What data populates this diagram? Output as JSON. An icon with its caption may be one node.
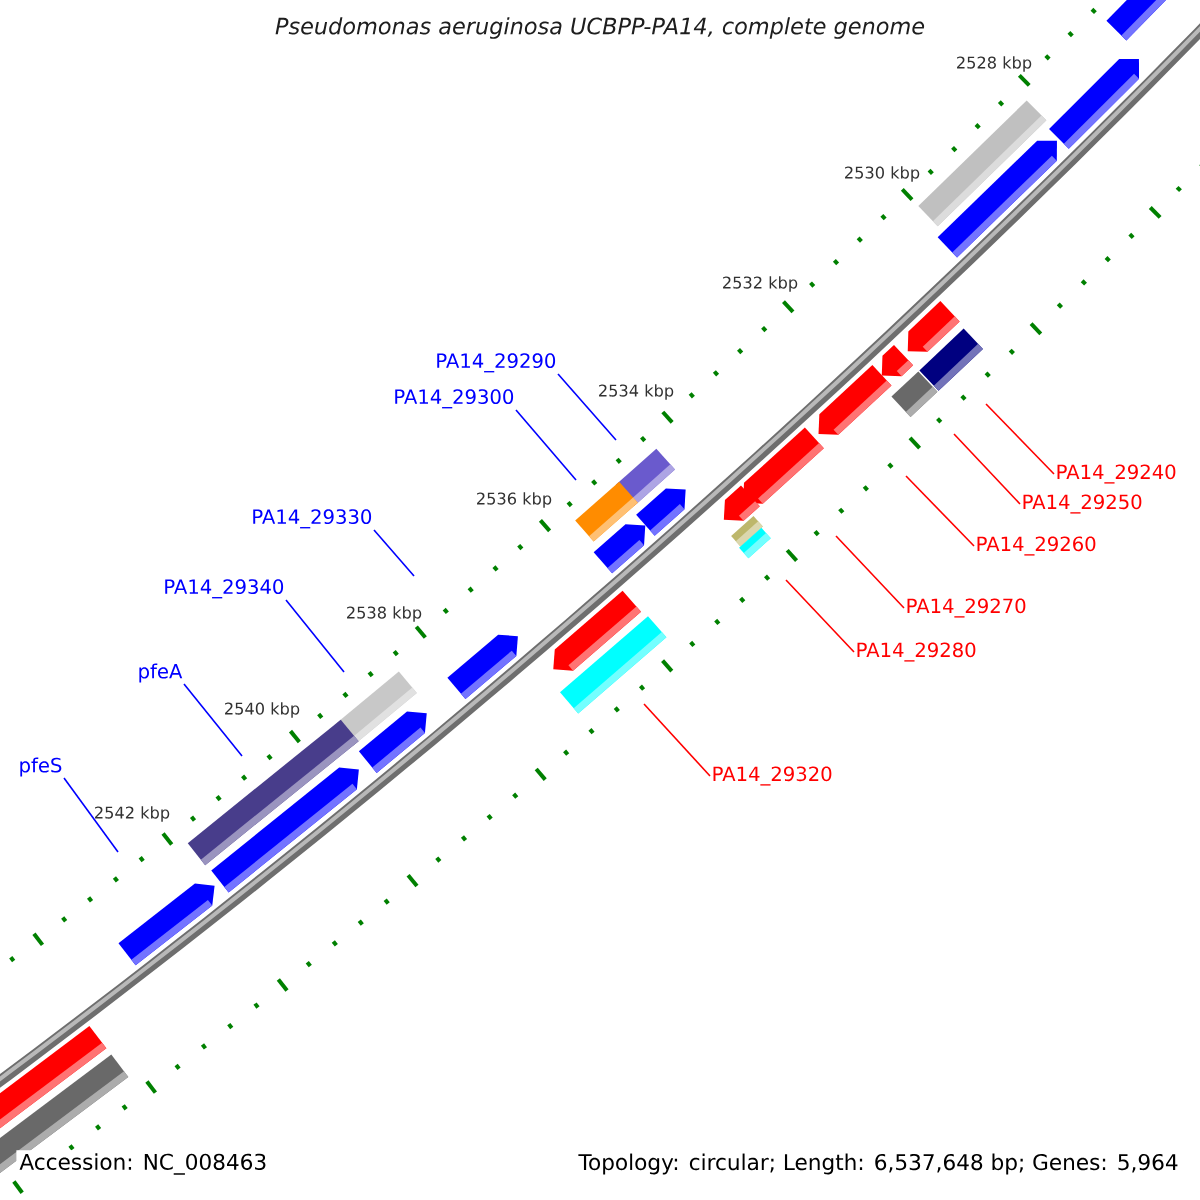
{
  "diagram": {
    "title": "Pseudomonas aeruginosa UCBPP-PA14, complete genome",
    "nodes": [
      {
        "text": [
          "PA14_29290"
        ]
      },
      {
        "text": [
          "PA14_29300"
        ]
      },
      {
        "text": [
          "PA14_29240"
        ]
      },
      {
        "text": [
          "PA14_29250"
        ]
      },
      {
        "text": [
          "PA14_29330"
        ]
      },
      {
        "text": [
          "PA14_29260"
        ]
      },
      {
        "text": [
          "PA14_29340"
        ]
      },
      {
        "text": [
          "PA14_29270"
        ]
      },
      {
        "text": [
          "PA14_29280"
        ]
      },
      {
        "text": [
          "pfeA"
        ]
      },
      {
        "text": [
          "pfeS"
        ]
      },
      {
        "text": [
          "PA14_29320"
        ]
      }
    ],
    "edges": [
      {
        "from": 0,
        "to": null,
        "arrow": "none"
      },
      {
        "from": 1,
        "to": null,
        "arrow": "none"
      },
      {
        "from": 2,
        "to": null,
        "arrow": "none",
        "color": "#ff0000"
      },
      {
        "from": 3,
        "to": null,
        "arrow": "none",
        "color": "#ff0000"
      },
      {
        "from": 4,
        "to": null,
        "arrow": "none"
      },
      {
        "from": 5,
        "to": null,
        "arrow": "none",
        "color": "#ff0000"
      },
      {
        "from": 6,
        "to": null,
        "arrow": "none"
      },
      {
        "from": 7,
        "to": null,
        "arrow": "none",
        "color": "#ff0000"
      },
      {
        "from": 8,
        "to": null,
        "arrow": "none",
        "color": "#ff0000"
      },
      {
        "from": 9,
        "to": null,
        "arrow": "none"
      },
      {
        "from": 10,
        "to": null,
        "arrow": "none"
      },
      {
        "from": 11,
        "to": null,
        "arrow": "none",
        "color": "#ff0000"
      }
    ],
    "labels": [
      "2528 kbp",
      "2530 kbp",
      "2532 kbp",
      "2534 kbp",
      "2536 kbp",
      "2538 kbp",
      "2540 kbp",
      "2542 kbp",
      "Accession: NC_008463",
      "Topology: circular; Length: 6,537,648 bp; Genes: 5,964"
    ]
  }
}
